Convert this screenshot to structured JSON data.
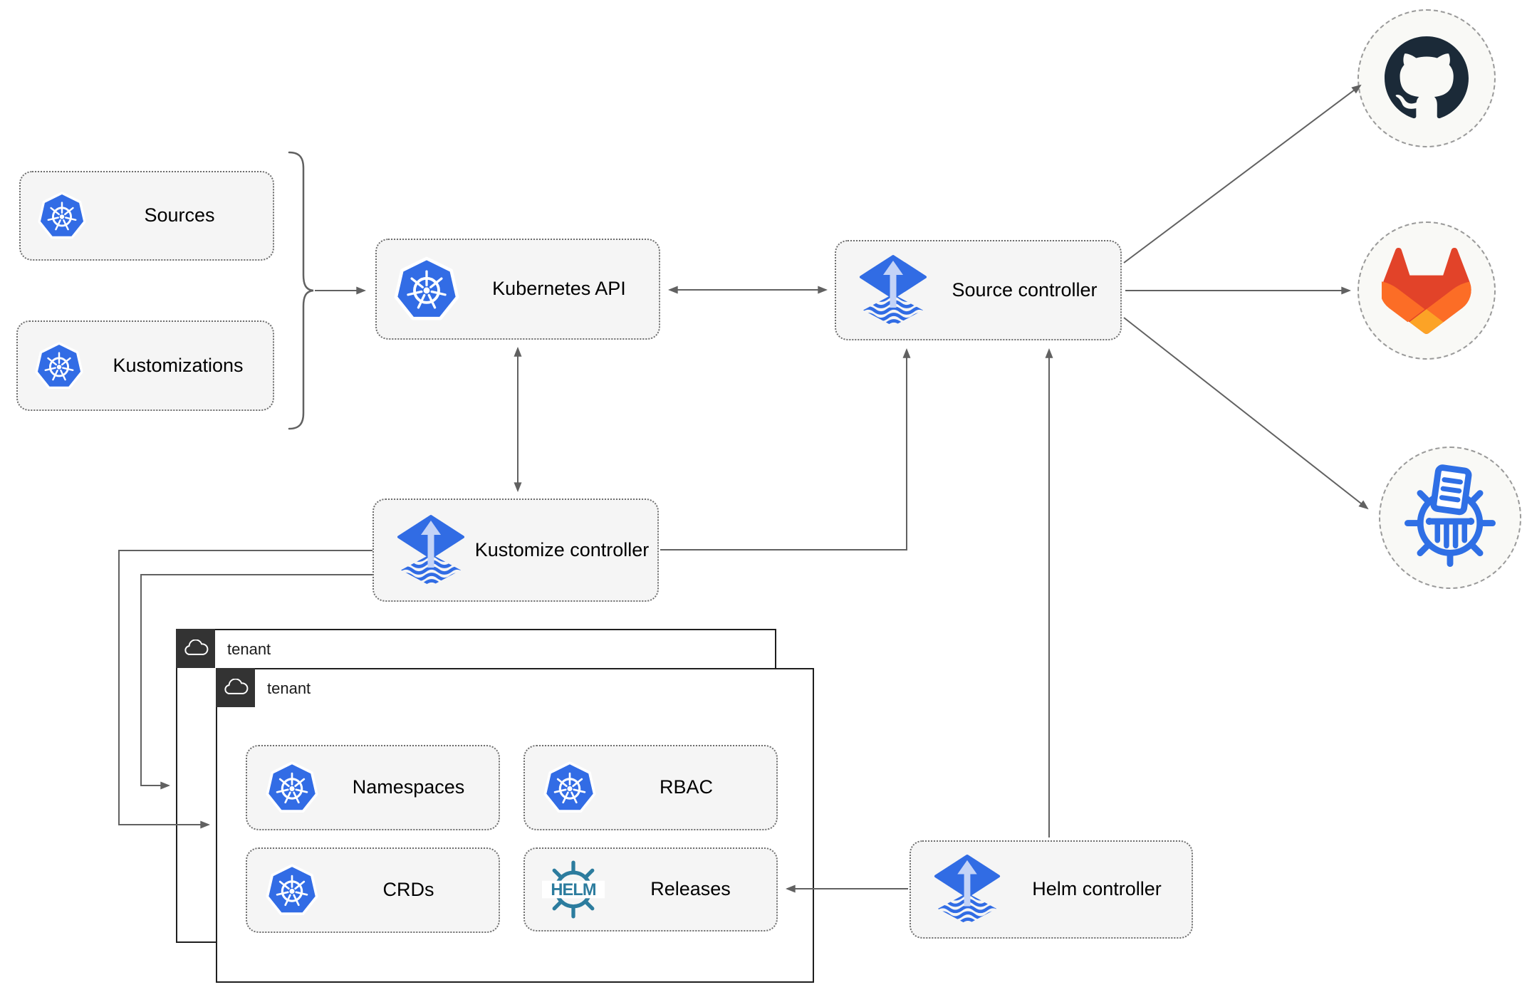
{
  "colors": {
    "k8s-blue": "#326CE5",
    "flux-blue": "#316CE4",
    "flux-light": "#C3D3F7",
    "helm-teal": "#2C7C9E",
    "github-dark": "#1B2A38",
    "gitlab-red": "#E24329",
    "gitlab-orange": "#FC6D26",
    "gitlab-yellow": "#FCA326",
    "kustomize-blue": "#2F6FE5",
    "arrow-gray": "#616161",
    "node-fill": "#F5F5F5",
    "tenant-badge": "#333333"
  },
  "nodes": {
    "sources": {
      "label": "Sources"
    },
    "kustomizations": {
      "label": "Kustomizations"
    },
    "kubernetes_api": {
      "label": "Kubernetes API"
    },
    "source_controller": {
      "label": "Source controller"
    },
    "kustomize_controller": {
      "label": "Kustomize controller"
    },
    "helm_controller": {
      "label": "Helm controller"
    },
    "namespaces": {
      "label": "Namespaces"
    },
    "rbac": {
      "label": "RBAC"
    },
    "crds": {
      "label": "CRDs"
    },
    "releases": {
      "label": "Releases"
    }
  },
  "groups": {
    "tenant_outer": {
      "label": "tenant"
    },
    "tenant_inner": {
      "label": "tenant"
    }
  },
  "icons": {
    "helm_wordmark": "HELM"
  }
}
